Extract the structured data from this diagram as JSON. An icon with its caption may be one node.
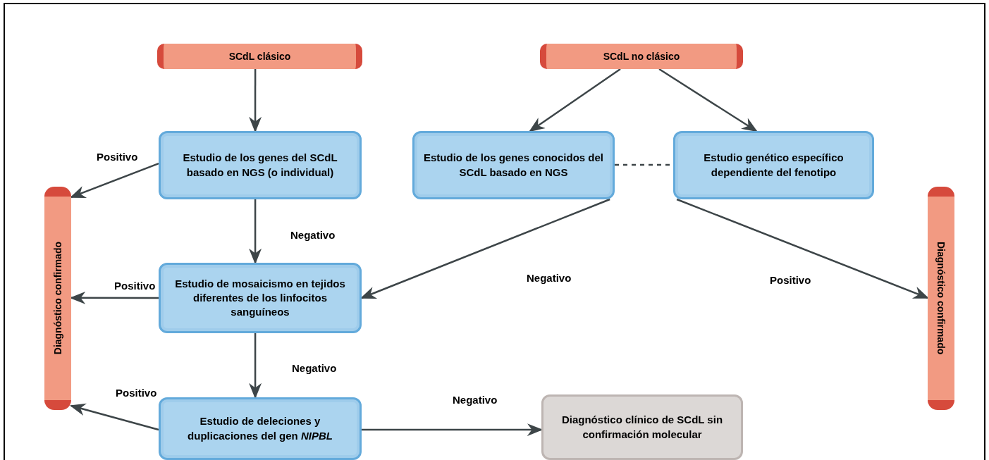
{
  "diagram": {
    "nodes": [
      {
        "text": [
          "SCdL clásico"
        ]
      },
      {
        "text": [
          "SCdL no clásico"
        ]
      },
      {
        "text": [
          "Estudio de los genes del SCdL basado en NGS (o individual)"
        ]
      },
      {
        "text": [
          "Estudio de los genes conocidos del SCdL basado en NGS"
        ]
      },
      {
        "text": [
          "Estudio genético específico dependiente del fenotipo"
        ]
      },
      {
        "text": [
          "Diagnóstico confirmado"
        ]
      },
      {
        "text": [
          "Estudio de mosaicismo en tejidos diferentes de los linfocitos sanguíneos"
        ]
      },
      {
        "text": [
          "Diagnóstico confirmado"
        ]
      },
      {
        "text": [
          "Estudio de deleciones y duplicaciones del gen *NIPBL*"
        ]
      },
      {
        "text": [
          "Diagnóstico clínico de SCdL sin confirmación molecular"
        ]
      }
    ],
    "edges": [
      {
        "from": 0,
        "to": 2,
        "arrow": "to"
      },
      {
        "from": 1,
        "to": 3,
        "arrow": "to"
      },
      {
        "from": 1,
        "to": 4,
        "arrow": "to"
      },
      {
        "from": 3,
        "to": 4,
        "arrow": "none",
        "style": "dashed"
      },
      {
        "from": 2,
        "to": 5,
        "arrow": "to",
        "label": "Positivo"
      },
      {
        "from": 2,
        "to": 6,
        "arrow": "to",
        "label": "Negativo"
      },
      {
        "from": 6,
        "to": 5,
        "arrow": "to",
        "label": "Positivo"
      },
      {
        "from": 6,
        "to": 8,
        "arrow": "to",
        "label": "Negativo"
      },
      {
        "from": 8,
        "to": 5,
        "arrow": "to",
        "label": "Positivo"
      },
      {
        "from": 8,
        "to": 9,
        "arrow": "to",
        "label": "Negativo"
      },
      {
        "from": 3,
        "to": 6,
        "arrow": "to",
        "label": "Negativo"
      },
      {
        "from": 4,
        "to": 7,
        "arrow": "to",
        "label": "Positivo"
      }
    ]
  }
}
